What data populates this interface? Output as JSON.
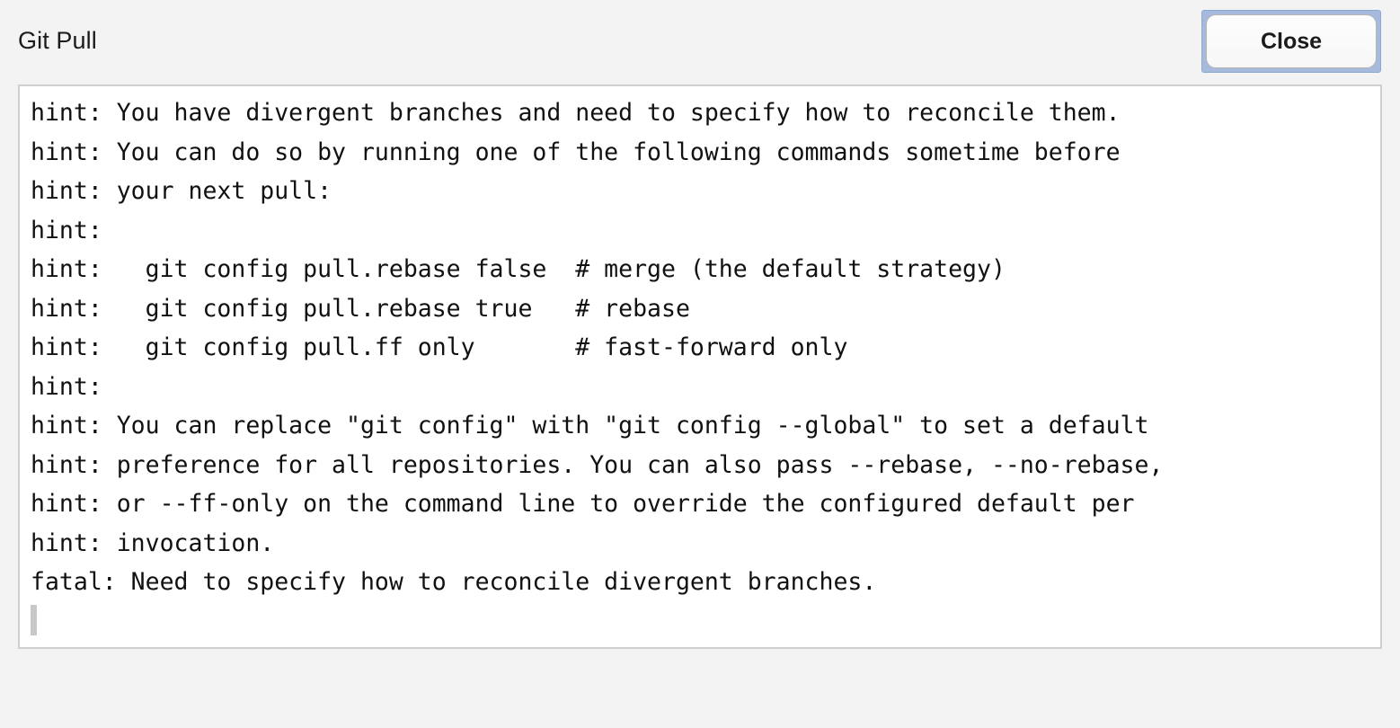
{
  "window": {
    "title": "Git Pull",
    "background_color": "#f2f3f2"
  },
  "header": {
    "title": "Git Pull"
  },
  "toolbar": {
    "close_label": "Close",
    "focus_ring_color": "#a6bade"
  },
  "output": {
    "background_color": "#ffffff",
    "border_color": "#cfcfcf",
    "text_color": "#111111",
    "caret_color": "#c8c8c8",
    "lines": [
      "hint: You have divergent branches and need to specify how to reconcile them.",
      "hint: You can do so by running one of the following commands sometime before",
      "hint: your next pull:",
      "hint:",
      "hint:   git config pull.rebase false  # merge (the default strategy)",
      "hint:   git config pull.rebase true   # rebase",
      "hint:   git config pull.ff only       # fast-forward only",
      "hint:",
      "hint: You can replace \"git config\" with \"git config --global\" to set a default",
      "hint: preference for all repositories. You can also pass --rebase, --no-rebase,",
      "hint: or --ff-only on the command line to override the configured default per",
      "hint: invocation.",
      "fatal: Need to specify how to reconcile divergent branches."
    ]
  }
}
